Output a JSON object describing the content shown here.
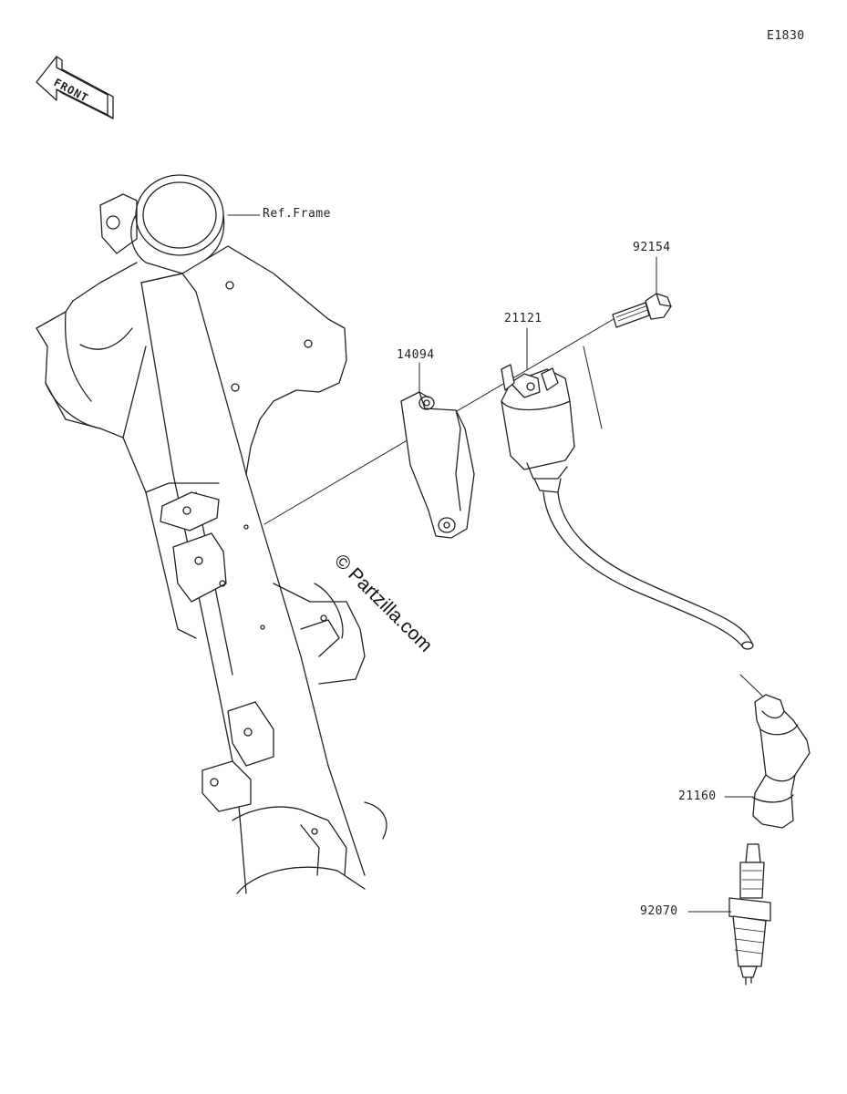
{
  "diagram_code": "E1830",
  "front_arrow_text": "FRONT",
  "watermark": "© Partzilla.com",
  "callouts": {
    "frame": "Ref.Frame",
    "bolt": "92154",
    "coil": "21121",
    "bracket": "14094",
    "cap": "21160",
    "plug": "92070"
  },
  "colors": {
    "line": "#222222",
    "background": "#ffffff"
  }
}
